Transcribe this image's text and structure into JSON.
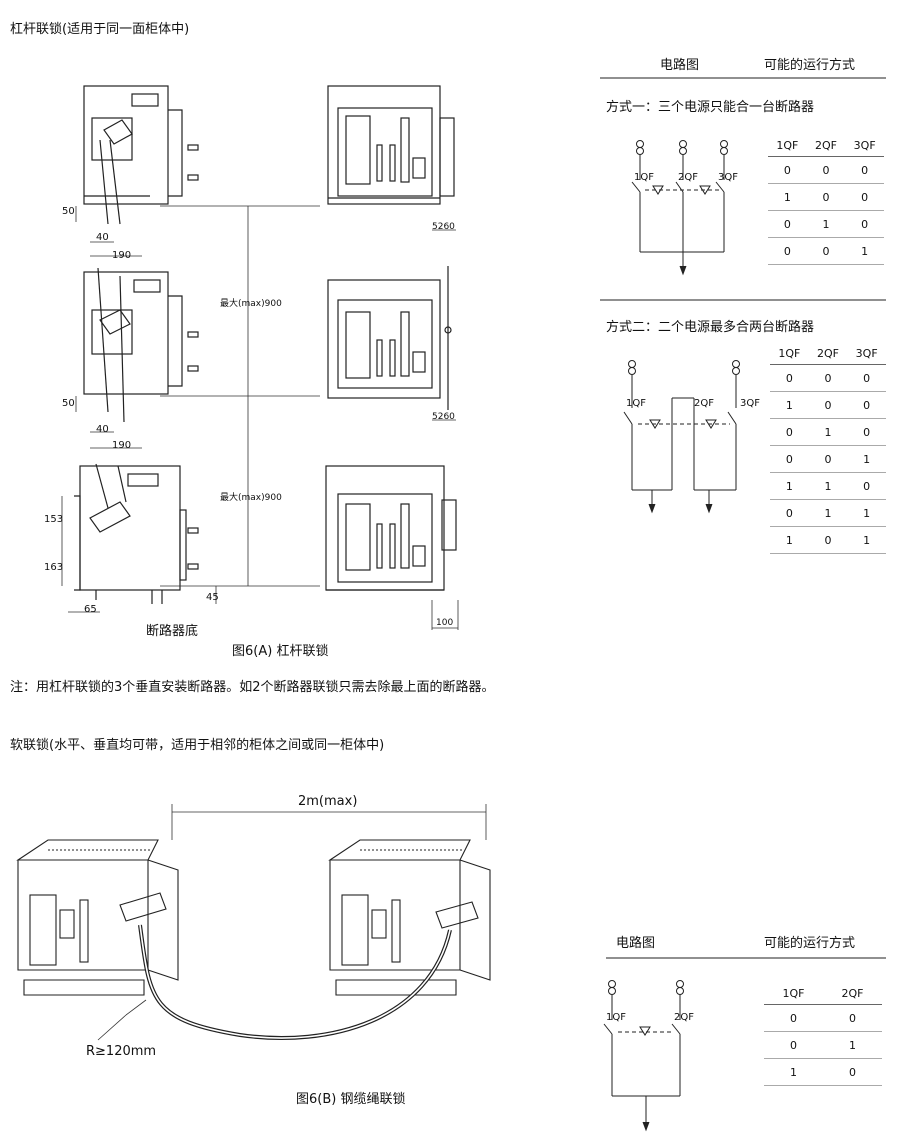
{
  "section_a": {
    "heading": "杠杆联锁(适用于同一面柜体中)",
    "dims": {
      "d50_top": "50",
      "d40_top": "40",
      "d190_top": "190",
      "d50_mid": "50",
      "d40_mid": "40",
      "d190_mid": "190",
      "max900_a": "最大(max)900",
      "max900_b": "最大(max)900",
      "d153": "153",
      "d163": "163",
      "d65": "65",
      "d45": "45",
      "d5260_top": "5260",
      "d5260_mid": "5260",
      "d100": "100"
    },
    "base_label": "断路器底",
    "caption": "图6(A) 杠杆联锁",
    "note": "注：用杠杆联锁的3个垂直安装断路器。如2个断路器联锁只需去除最上面的断路器。",
    "header": {
      "circuit": "电路图",
      "modes": "可能的运行方式"
    },
    "mode1": {
      "title": "方式一：三个电源只能合一台断路器",
      "labels": [
        "1QF",
        "2QF",
        "3QF"
      ],
      "columns": [
        "1QF",
        "2QF",
        "3QF"
      ],
      "rows": [
        [
          "0",
          "0",
          "0"
        ],
        [
          "1",
          "0",
          "0"
        ],
        [
          "0",
          "1",
          "0"
        ],
        [
          "0",
          "0",
          "1"
        ]
      ]
    },
    "mode2": {
      "title": "方式二：二个电源最多合两台断路器",
      "labels": [
        "1QF",
        "2QF",
        "3QF"
      ],
      "columns": [
        "1QF",
        "2QF",
        "3QF"
      ],
      "rows": [
        [
          "0",
          "0",
          "0"
        ],
        [
          "1",
          "0",
          "0"
        ],
        [
          "0",
          "1",
          "0"
        ],
        [
          "0",
          "0",
          "1"
        ],
        [
          "1",
          "1",
          "0"
        ],
        [
          "0",
          "1",
          "1"
        ],
        [
          "1",
          "0",
          "1"
        ]
      ]
    }
  },
  "section_b": {
    "heading": "软联锁(水平、垂直均可带，适用于相邻的柜体之间或同一柜体中)",
    "distance": "2m(max)",
    "radius": "R≥120mm",
    "caption": "图6(B) 钢缆绳联锁",
    "header": {
      "circuit": "电路图",
      "modes": "可能的运行方式"
    },
    "labels": [
      "1QF",
      "2QF"
    ],
    "columns": [
      "1QF",
      "2QF"
    ],
    "rows": [
      [
        "0",
        "0"
      ],
      [
        "0",
        "1"
      ],
      [
        "1",
        "0"
      ]
    ]
  }
}
